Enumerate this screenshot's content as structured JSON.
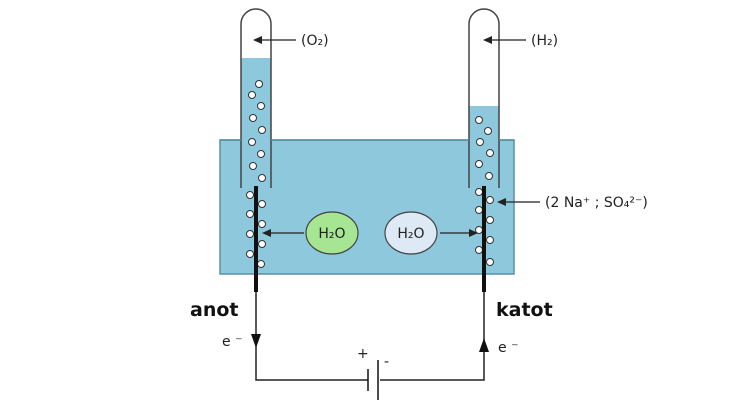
{
  "labels": {
    "oxygen": "(O₂)",
    "hydrogen": "(H₂)",
    "ions": "(2 Na⁺ ; SO₄²⁻)",
    "anode": "anot",
    "cathode": "katot",
    "electron_left": "e ⁻",
    "electron_right": "e ⁻",
    "water_left": "H₂O",
    "water_right": "H₂O",
    "battery_plus": "+",
    "battery_minus": "-"
  },
  "colors": {
    "electrolyte": "#8ec8dc",
    "electrolyte_edge": "#5a8fa3",
    "water_left_fill": "#a6e693",
    "water_right_fill": "#dde9f5",
    "wire": "#222222"
  }
}
